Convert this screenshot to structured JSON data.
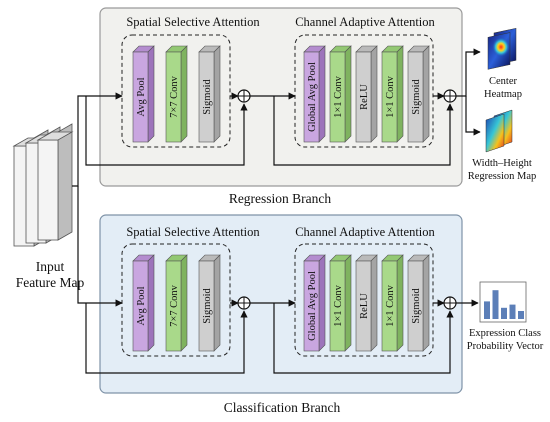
{
  "input": {
    "line1": "Input",
    "line2": "Feature Map"
  },
  "regression": {
    "branch_label": "Regression Branch",
    "spatial_title": "Spatial Selective Attention",
    "channel_title": "Channel Adaptive Attention",
    "spatial_blocks": [
      "Avg Pool",
      "7×7 Conv",
      "Sigmoid"
    ],
    "channel_blocks": [
      "Global Avg Pool",
      "1×1 Conv",
      "ReLU",
      "1×1 Conv",
      "Sigmoid"
    ],
    "outputs": {
      "heatmap_line1": "Center",
      "heatmap_line2": "Heatmap",
      "regmap_line1": "Width–Height",
      "regmap_line2": "Regression Map"
    }
  },
  "classification": {
    "branch_label": "Classification Branch",
    "spatial_title": "Spatial Selective Attention",
    "channel_title": "Channel Adaptive Attention",
    "spatial_blocks": [
      "Avg Pool",
      "7×7 Conv",
      "Sigmoid"
    ],
    "channel_blocks": [
      "Global Avg Pool",
      "1×1 Conv",
      "ReLU",
      "1×1 Conv",
      "Sigmoid"
    ],
    "output": {
      "line1": "Expression Class",
      "line2": "Probability Vector"
    },
    "bar_values": [
      0.55,
      0.9,
      0.35,
      0.45,
      0.25
    ]
  },
  "colors": {
    "purple": "#c9a6e0",
    "green": "#a9d98a",
    "gray": "#cfcfcf",
    "regression_bg": "#f1f1ee",
    "classification_bg": "#e3edf6",
    "bar": "#5c7fb8"
  }
}
